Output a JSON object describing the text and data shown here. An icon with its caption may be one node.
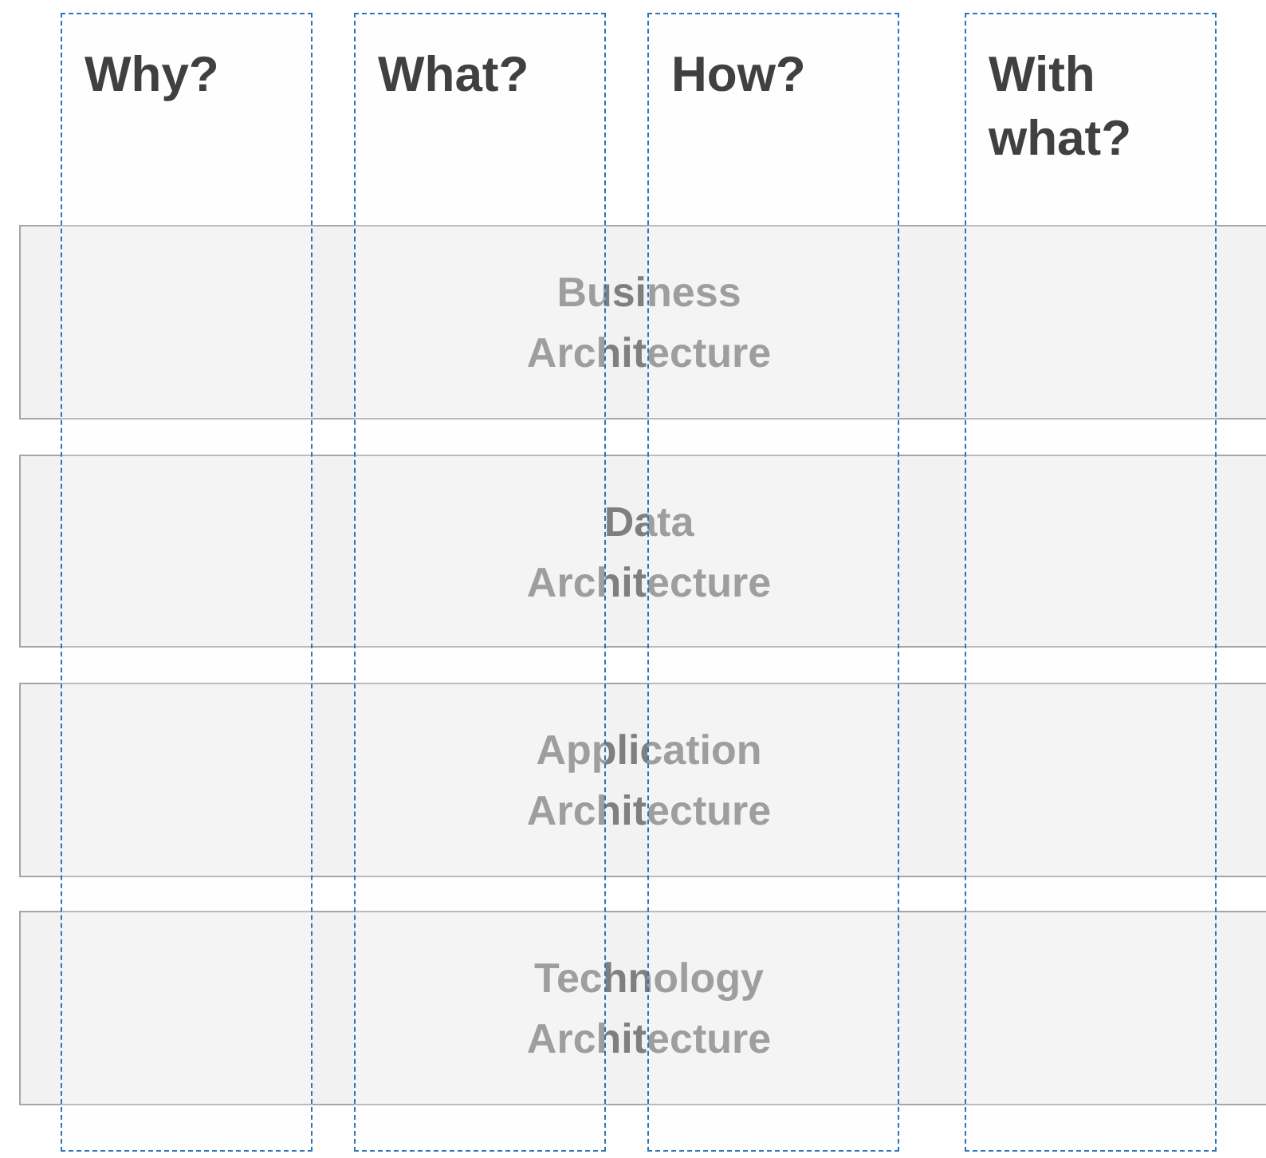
{
  "diagram": {
    "nodes": [
      {
        "text": [
          "Why?"
        ]
      },
      {
        "text": [
          "What?"
        ]
      },
      {
        "text": [
          "How?"
        ]
      },
      {
        "text": [
          "With what?"
        ]
      },
      {
        "text": [
          "Business Architecture"
        ]
      },
      {
        "text": [
          "Data Architecture"
        ]
      },
      {
        "text": [
          "Application Architecture"
        ]
      },
      {
        "text": [
          "Technology Architecture"
        ]
      }
    ]
  }
}
